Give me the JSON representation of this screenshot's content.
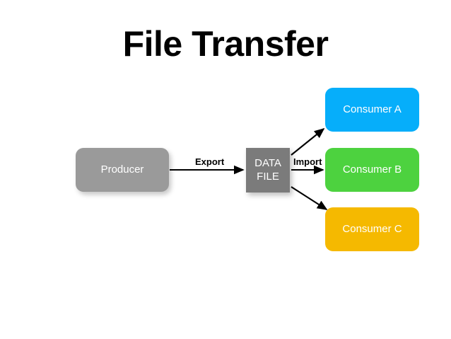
{
  "page": {
    "title": "File Transfer",
    "background_color": "#ffffff"
  },
  "diagram": {
    "type": "flow-diagram",
    "nodes": [
      {
        "id": "producer",
        "label": "Producer",
        "shape": "rounded-rectangle",
        "color": "#9a9a9a",
        "text_color": "#ffffff"
      },
      {
        "id": "data-file",
        "label_line1": "DATA",
        "label_line2": "FILE",
        "shape": "rectangle",
        "color": "#7b7b7b",
        "text_color": "#ffffff"
      },
      {
        "id": "consumer-a",
        "label": "Consumer A",
        "shape": "rounded-rectangle",
        "color": "#06AEFA",
        "text_color": "#ffffff"
      },
      {
        "id": "consumer-b",
        "label": "Consumer B",
        "shape": "rounded-rectangle",
        "color": "#4DD23F",
        "text_color": "#ffffff"
      },
      {
        "id": "consumer-c",
        "label": "Consumer C",
        "shape": "rounded-rectangle",
        "color": "#F5B900",
        "text_color": "#ffffff"
      }
    ],
    "edges": [
      {
        "id": "export",
        "from": "producer",
        "to": "data-file",
        "label": "Export",
        "color": "#000000"
      },
      {
        "id": "import",
        "from": "data-file",
        "to": "consumer-b",
        "label": "Import",
        "color": "#000000"
      },
      {
        "id": "to-consumer-a",
        "from": "data-file",
        "to": "consumer-a",
        "label": "",
        "color": "#000000"
      },
      {
        "id": "to-consumer-c",
        "from": "data-file",
        "to": "consumer-c",
        "label": "",
        "color": "#000000"
      }
    ]
  }
}
